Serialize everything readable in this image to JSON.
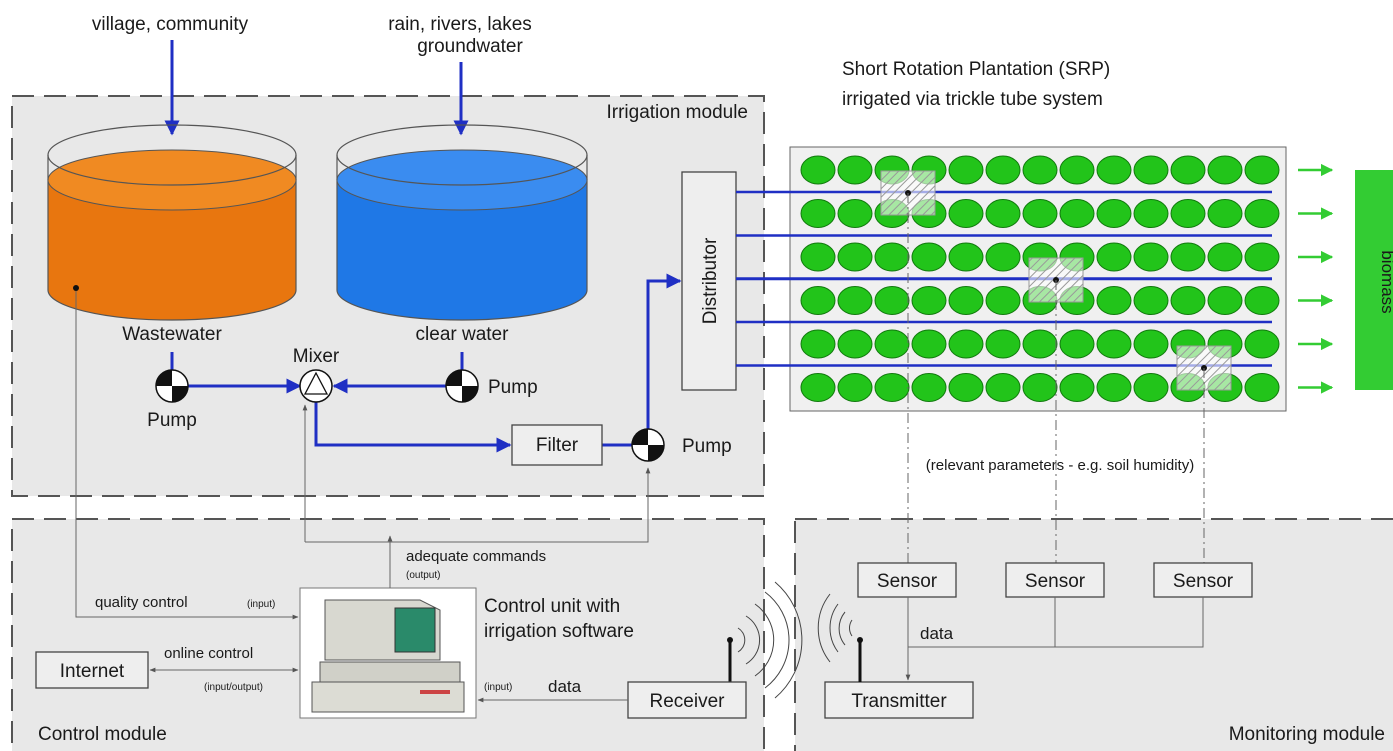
{
  "sources": {
    "wastewater_source": "village, community",
    "clear_source_line1": "rain, rivers, lakes",
    "clear_source_line2": "groundwater"
  },
  "plantation": {
    "title_line1": "Short Rotation Plantation (SRP)",
    "title_line2": "irrigated via trickle tube system",
    "output_label": "biomass",
    "rows": 6,
    "cols": 13
  },
  "irrigation_module": {
    "label": "Irrigation module",
    "wastewater_tank": "Wastewater",
    "clear_tank": "clear water",
    "mixer": "Mixer",
    "pump_left": "Pump",
    "pump_right": "Pump",
    "pump_main": "Pump",
    "filter": "Filter",
    "distributor": "Distributor"
  },
  "parameters_note": "(relevant parameters - e.g. soil humidity)",
  "control_module": {
    "label": "Control module",
    "adequate_commands": "adequate commands",
    "output_tag": "(output)",
    "quality_control": "quality control",
    "input_tag": "(input)",
    "control_unit_line1": "Control unit with",
    "control_unit_line2": "irrigation software",
    "internet": "Internet",
    "online_control": "online control",
    "input_output_tag": "(input/output)",
    "receiver_input_tag": "(input)",
    "receiver_data": "data",
    "receiver": "Receiver"
  },
  "monitoring_module": {
    "label": "Monitoring module",
    "sensor_1": "Sensor",
    "sensor_2": "Sensor",
    "sensor_3": "Sensor",
    "data": "data",
    "transmitter": "Transmitter"
  },
  "colors": {
    "wastewater": "#e8760f",
    "clear_water": "#1f78e6",
    "pipe": "#1f2fc4",
    "tree": "#22c41a",
    "biomass": "#33cc33",
    "module_fill": "#e8e8e8"
  }
}
